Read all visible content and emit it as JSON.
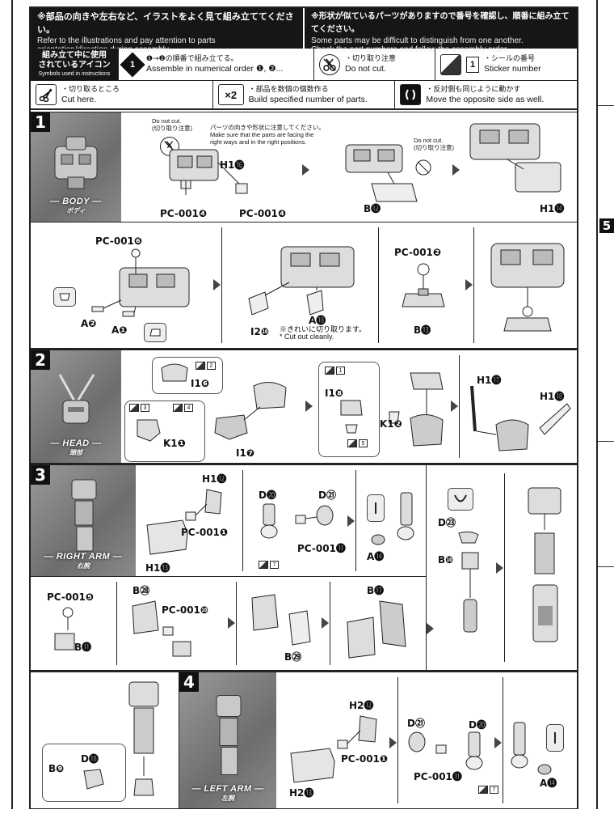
{
  "header": {
    "left_jp": "※部品の向きや左右など、イラストをよく見て組み立ててください。",
    "left_en1": "Refer to the illustrations and pay attention to parts",
    "left_en2": "orientation/direction during assembly.",
    "right_jp": "※形状が似ているパーツがありますので番号を確認し、順番に組み立ててください。",
    "right_en1": "Some parts may be difficult to distinguish from one another.",
    "right_en2": "Check the part numbers and follow the assembly order."
  },
  "legend": {
    "tag_jp1": "組み立て中に使用",
    "tag_jp2": "されているアイコン",
    "tag_en": "Symbols used in instructions",
    "order_jp": "❶→❷の順番で組み立てる。",
    "order_en": "Assemble in numerical order ❶, ❷...",
    "nocut_jp": "・切り取り注意",
    "nocut_en": "Do not cut.",
    "sticker_num": "1",
    "sticker_jp": "・シールの番号",
    "sticker_en": "Sticker number",
    "cut_jp": "・切り取るところ",
    "cut_en": "Cut here.",
    "times_label": "×2",
    "times_jp": "・部品を数個の個数作る",
    "times_en": "Build specified number of parts.",
    "opposite_jp": "・反対側も同じように動かす",
    "opposite_en": "Move the opposite side as well."
  },
  "steps": {
    "s1": {
      "number": "1",
      "title_en": "— BODY —",
      "title_jp": "ボディ",
      "nocut_note_en": "Do not cut.",
      "nocut_note_jp": "(切り取り注意)",
      "facing_jp": "パーツの向きや形状に注意してください。",
      "facing_en1": "Make sure that the parts are facing the",
      "facing_en2": "right ways and in the right positions.",
      "nocut_note2_en": "Do not cut.",
      "nocut_note2_jp": "(切り取り注意)",
      "labels": [
        "H1⓰",
        "PC-001❹",
        "PC-001❹",
        "B⓬",
        "H1⓮",
        "PC-001❻",
        "A❷",
        "A❶",
        "I2❿",
        "A⓲",
        "PC-001❷",
        "B⓭"
      ],
      "cut_note_jp": "※きれいに切り取ります。",
      "cut_note_en": "* Cut out cleanly."
    },
    "s2": {
      "number": "2",
      "title_en": "— HEAD —",
      "title_jp": "頭部",
      "stickers": [
        "2",
        "3",
        "4",
        "1",
        "5"
      ],
      "labels": [
        "I1❻",
        "K1❶",
        "I1❼",
        "I1❽",
        "K1❷",
        "H1⓱",
        "H1⓲"
      ]
    },
    "s3": {
      "number": "3",
      "title_en": "— RIGHT ARM —",
      "title_jp": "右腕",
      "stickers": [
        "7"
      ],
      "labels": [
        "H1⓬",
        "PC-001❶",
        "H1⓭",
        "D⓴",
        "D㉑",
        "PC-001⓫",
        "A⓮",
        "D㉓",
        "B❿",
        "PC-001❺",
        "B⓫",
        "B㉘",
        "PC-001❿",
        "B㉙",
        "B⓱",
        "B❾",
        "D⓲"
      ]
    },
    "s4": {
      "number": "4",
      "title_en": "— LEFT ARM —",
      "title_jp": "左腕",
      "stickers": [
        "7"
      ],
      "labels": [
        "H2⓬",
        "PC-001❶",
        "H2⓭",
        "D㉑",
        "D⓴",
        "PC-001⓫",
        "A⓮"
      ]
    }
  },
  "edge_right": {
    "section_number": "5"
  },
  "colors": {
    "ink": "#111111",
    "panel_border": "#222222",
    "photo_gray": "#8a8a8a"
  }
}
